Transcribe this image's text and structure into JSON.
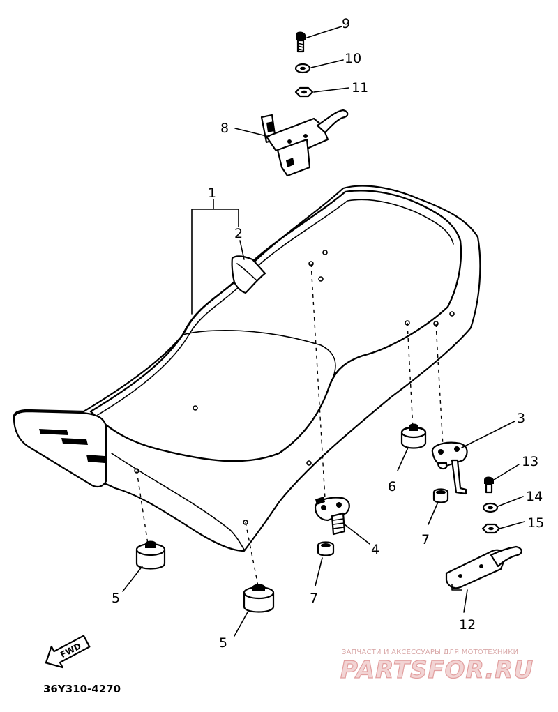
{
  "diagram": {
    "callouts": [
      {
        "id": "c9",
        "label": "9"
      },
      {
        "id": "c10",
        "label": "10"
      },
      {
        "id": "c11",
        "label": "11"
      },
      {
        "id": "c8",
        "label": "8"
      },
      {
        "id": "c1",
        "label": "1"
      },
      {
        "id": "c2",
        "label": "2"
      },
      {
        "id": "c3",
        "label": "3"
      },
      {
        "id": "c13",
        "label": "13"
      },
      {
        "id": "c6",
        "label": "6"
      },
      {
        "id": "c14",
        "label": "14"
      },
      {
        "id": "c15",
        "label": "15"
      },
      {
        "id": "c7a",
        "label": "7"
      },
      {
        "id": "c4",
        "label": "4"
      },
      {
        "id": "c7b",
        "label": "7"
      },
      {
        "id": "c5a",
        "label": "5"
      },
      {
        "id": "c12",
        "label": "12"
      },
      {
        "id": "c5b",
        "label": "5"
      }
    ],
    "forward_label": "FWD",
    "part_code": "36Y310-4270"
  },
  "watermark": {
    "caption": "ЗАПЧАСТИ И АКСЕССУАРЫ ДЛЯ МОТОТЕХНИКИ",
    "brand": "PARTSFOR.RU"
  }
}
